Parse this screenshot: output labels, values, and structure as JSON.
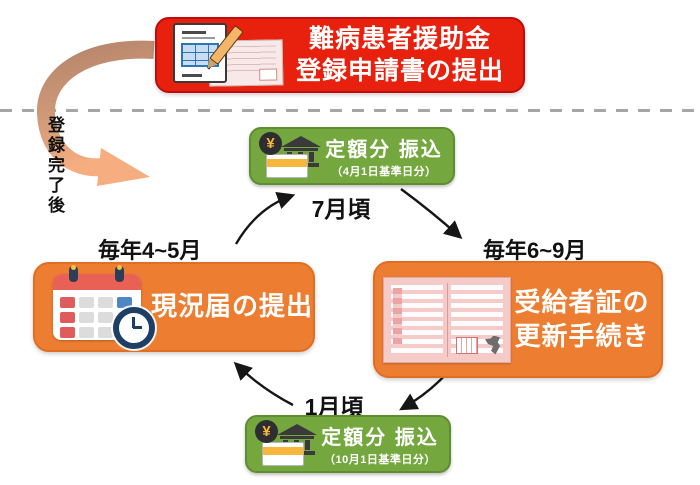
{
  "registration_box": {
    "line1": "難病患者援助金",
    "line2": "登録申請書の提出"
  },
  "after_registration_label": "登録完了後",
  "cycle": {
    "deposit_april": {
      "title": "定額分 振込",
      "subtitle": "（4月1日基準日分）"
    },
    "timing_july": "7月頃",
    "certificate_renewal": {
      "timing": "毎年6~9月",
      "line1": "受給者証の",
      "line2": "更新手続き"
    },
    "timing_january": "1月頃",
    "deposit_october": {
      "title": "定額分 振込",
      "subtitle": "（10月1日基準日分）"
    },
    "status_report": {
      "timing": "毎年4~5月",
      "title": "現況届の提出"
    }
  },
  "icons": {
    "application_document": "document-with-pencil",
    "deposit": "yen-coin-bank-card",
    "status_report": "calendar-with-clock",
    "certificate": "pink-certificate-form",
    "yen_symbol": "¥"
  },
  "colors": {
    "red_box": "#e8200e",
    "orange_box": "#ed7d31",
    "green_box": "#74a73e",
    "big_arrow_top": "#b5846b",
    "big_arrow_bottom": "#f6ad80",
    "cycle_arrows": "#161616",
    "dashed_line": "#a6a6a6",
    "box_text": "#ffffff",
    "label_text": "#111111"
  }
}
